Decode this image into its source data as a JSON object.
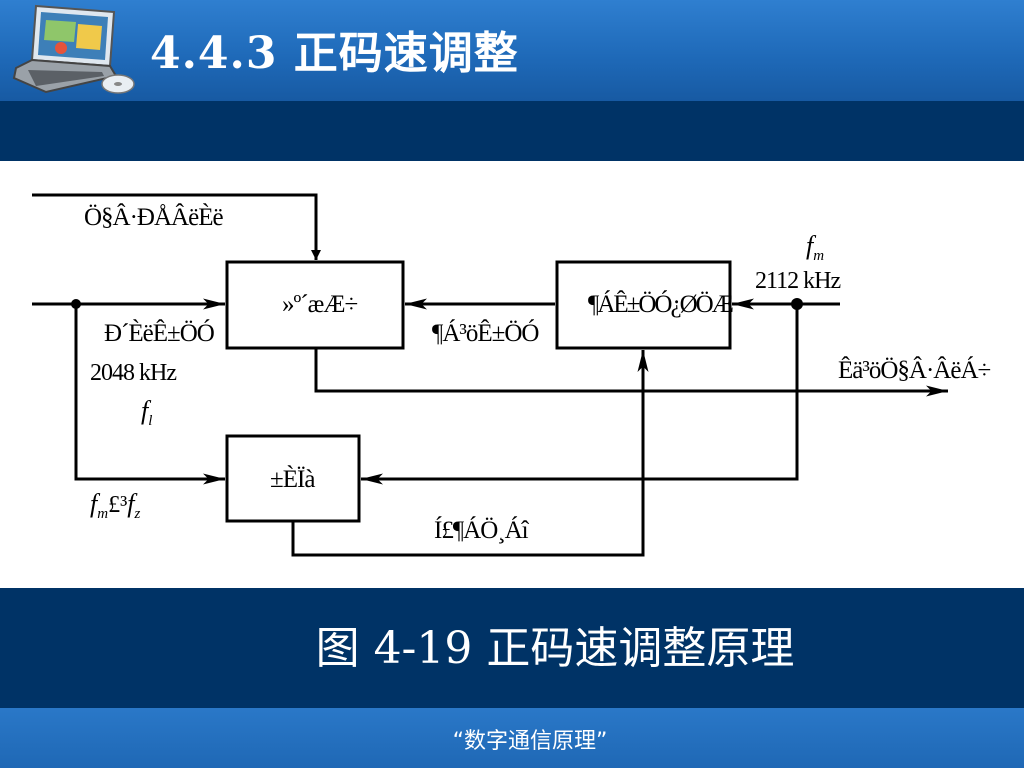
{
  "header": {
    "title": "4.4.3 正码速调整",
    "logo_icon": "laptop-computer-icon"
  },
  "diagram": {
    "labels": {
      "control_signal": "Ö§Â·ÐÅÂëÈë",
      "writer_block": "»º´æÆ÷",
      "clock_extract_block": "¶ÁÊ±ÖÓ¿ØÖÆ",
      "compare_block": "±ÈÏà",
      "write_clock": "Ð´ÈëÊ±ÖÓ",
      "read_clock": "¶Á³öÊ±ÖÓ",
      "output": "Êä³öÖ§Â·ÂëÁ÷",
      "adjust_cmd": "Í£¶ÁÖ¸Áî"
    },
    "frequencies": {
      "read": "2112  kHz",
      "write": "2048  kHz"
    },
    "symbols": {
      "fm": {
        "base": "f",
        "sub": "m"
      },
      "fl": {
        "base": "f",
        "sub": "l"
      },
      "fm_fz": {
        "base": "f",
        "sub": "m",
        "mid": "£³",
        "base2": "f",
        "sub2": "z"
      }
    }
  },
  "caption": "图 4-19 正码速调整原理",
  "footer": "“数字通信原理”"
}
